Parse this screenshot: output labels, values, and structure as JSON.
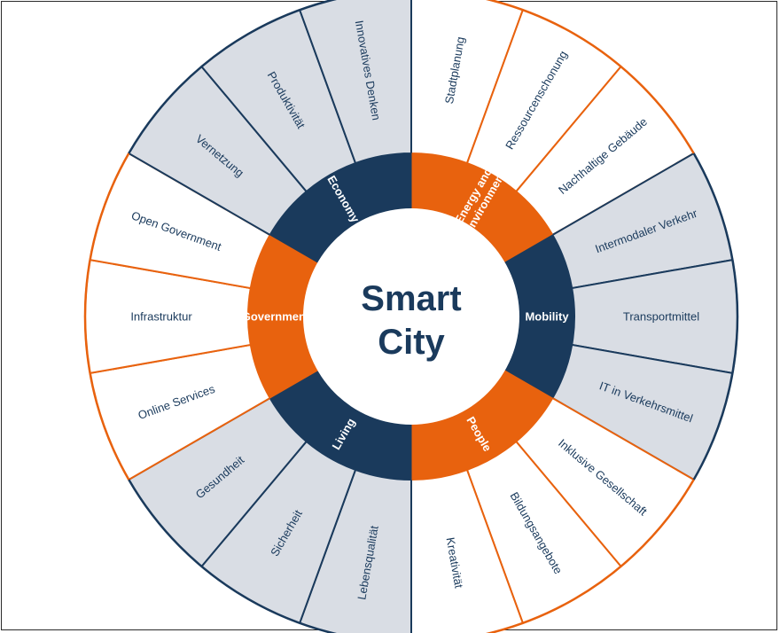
{
  "center": {
    "line1": "Smart",
    "line2": "City"
  },
  "colors": {
    "navy": "#1a3a5c",
    "orange": "#e8620e",
    "navy_fill": "#d9dde4",
    "orange_fill": "#ffffff",
    "center_fill": "#ffffff"
  },
  "segments": [
    {
      "name": "Energy and Environment",
      "lines": [
        "Energy and",
        "Environment"
      ],
      "color": "orange",
      "items": [
        "Stadtplanung",
        "Ressourcenschonung",
        "Nachhaltige Gebäude"
      ]
    },
    {
      "name": "Mobility",
      "lines": [
        "Mobility"
      ],
      "color": "navy",
      "items": [
        "Intermodaler Verkehr",
        "Transportmittel",
        "IT in Verkehrsmittel"
      ]
    },
    {
      "name": "People",
      "lines": [
        "People"
      ],
      "color": "orange",
      "items": [
        "Inklusive Gesellschaft",
        "Bildungsangebote",
        "Kreativität"
      ]
    },
    {
      "name": "Living",
      "lines": [
        "Living"
      ],
      "color": "navy",
      "items": [
        "Lebensqualität",
        "Sicherheit",
        "Gesundheit"
      ]
    },
    {
      "name": "Government",
      "lines": [
        "Government"
      ],
      "color": "orange",
      "items": [
        "Online Services",
        "Infrastruktur",
        "Open Government"
      ]
    },
    {
      "name": "Economy",
      "lines": [
        "Economy"
      ],
      "color": "navy",
      "items": [
        "Vernetzung",
        "Produktivität",
        "Innovatives Denken"
      ]
    }
  ]
}
